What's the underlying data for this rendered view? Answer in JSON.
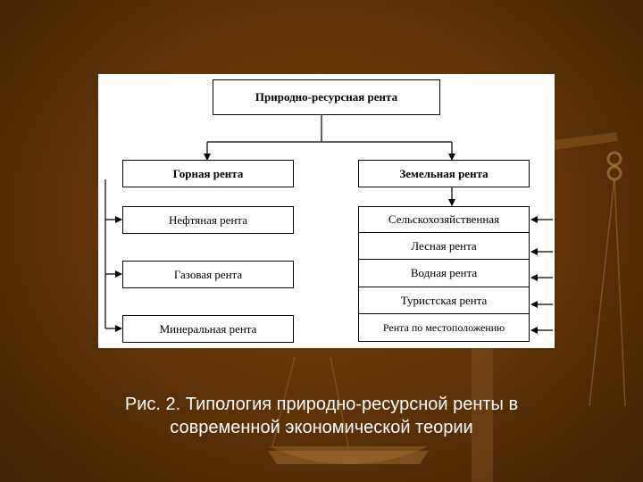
{
  "diagram": {
    "root": "Природно-ресурсная рента",
    "left_branch": {
      "title": "Горная рента",
      "items": [
        "Нефтяная рента",
        "Газовая рента",
        "Минеральная рента"
      ]
    },
    "right_branch": {
      "title": "Земельная рента",
      "items": [
        "Сельскохозяйственная",
        "Лесная рента",
        "Водная рента",
        "Туристская рента",
        "Рента по местоположению"
      ]
    }
  },
  "caption": {
    "line1": "Рис. 2. Типология природно-ресурсной ренты в",
    "line2": "современной экономической теории"
  },
  "colors": {
    "background": "#5c3206",
    "panel": "#ffffff",
    "caption_text": "#ffffff"
  }
}
